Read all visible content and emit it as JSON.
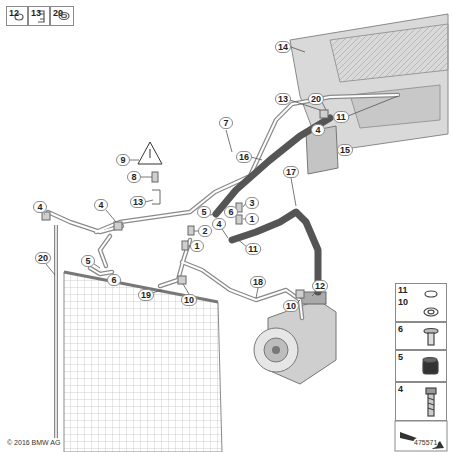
{
  "diagram": {
    "nodes": [
      {
        "text": [
          "12"
        ]
      },
      {
        "text": [
          "13"
        ]
      },
      {
        "text": [
          "20"
        ]
      },
      {
        "text": [
          "11",
          "10"
        ]
      },
      {
        "text": [
          "6"
        ]
      },
      {
        "text": [
          "5"
        ]
      },
      {
        "text": [
          "4"
        ]
      }
    ],
    "labels": [
      "14",
      "13",
      "20",
      "11",
      "4",
      "7",
      "16",
      "15",
      "9",
      "8",
      "13",
      "4",
      "4",
      "5",
      "6",
      "3",
      "1",
      "17",
      "4",
      "2",
      "1",
      "11",
      "20",
      "5",
      "6",
      "19",
      "10",
      "18",
      "10",
      "12",
      "© 2016 BMW AG",
      "475571"
    ]
  }
}
